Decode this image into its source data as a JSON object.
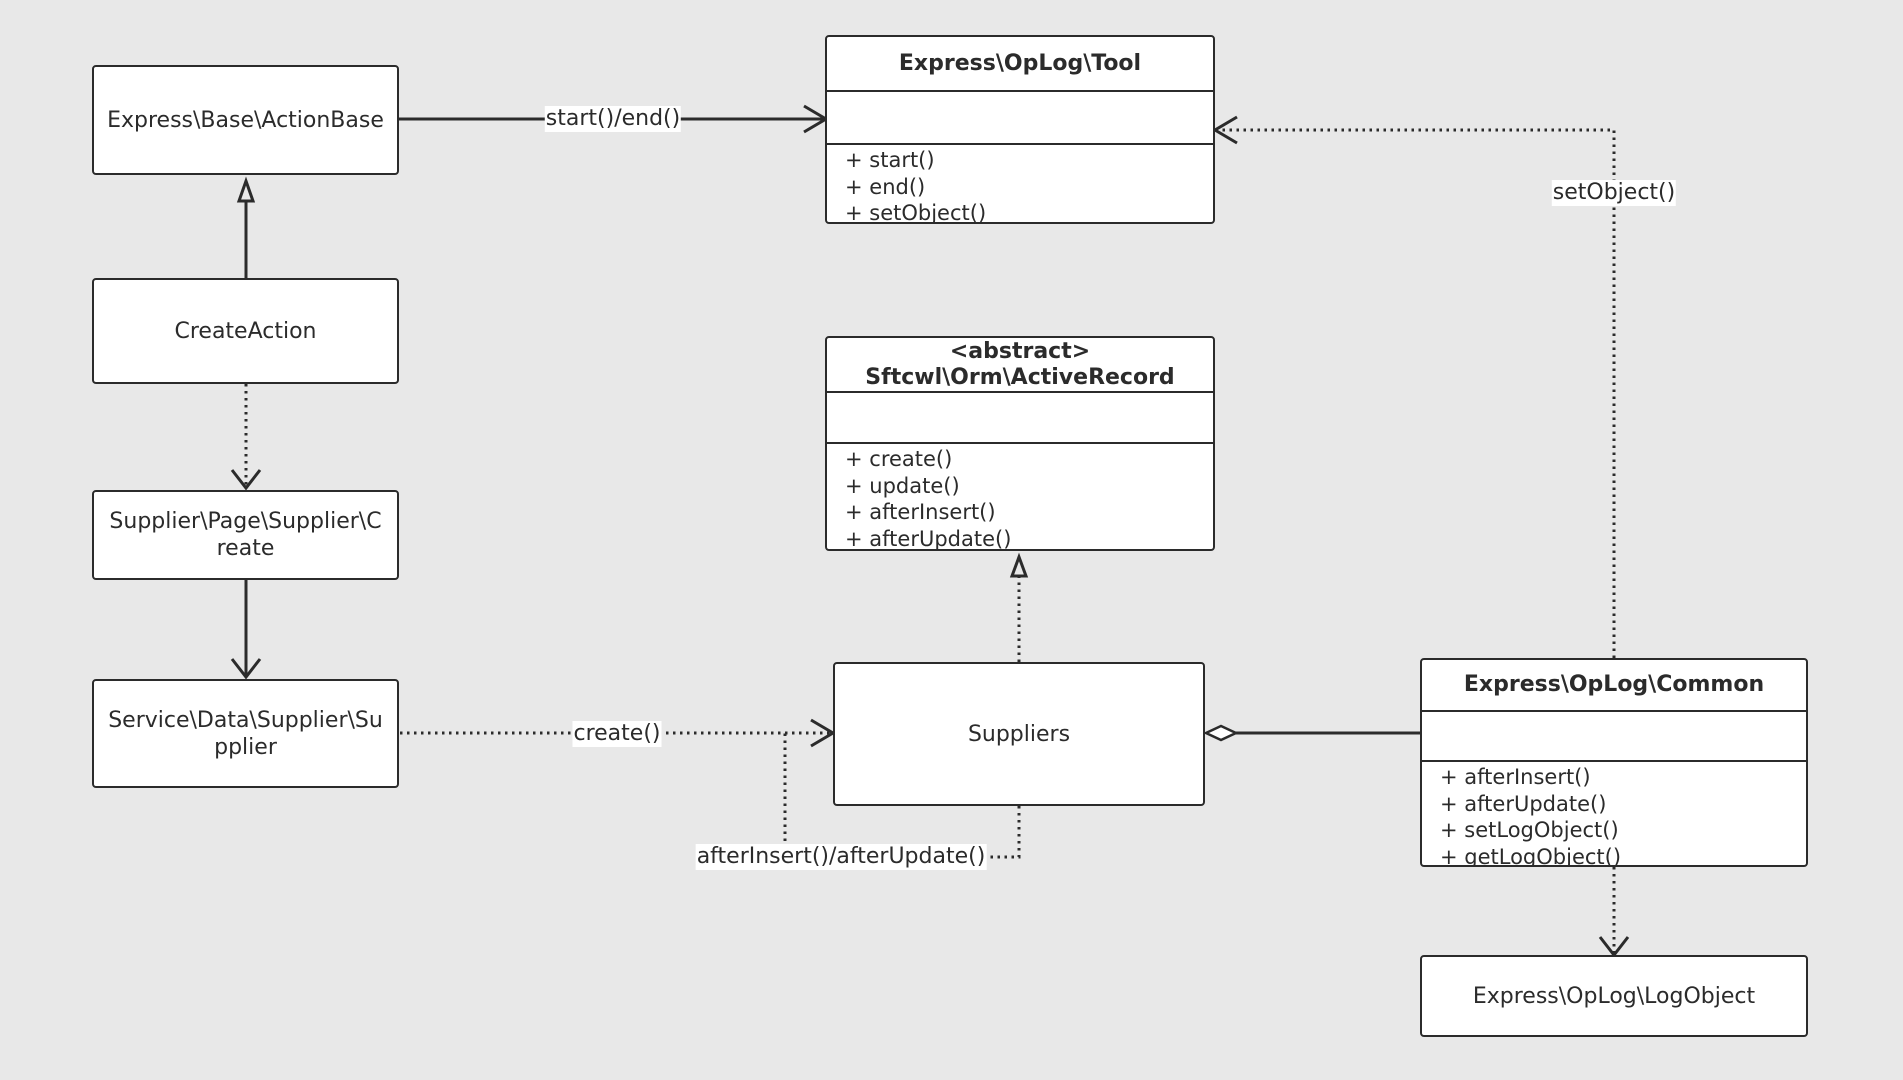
{
  "nodes": {
    "action_base": "Express\\Base\\ActionBase",
    "create_action": "CreateAction",
    "supplier_page_create": "Supplier\\Page\\Supplier\\Create",
    "service_supplier": "Service\\Data\\Supplier\\Supplier",
    "suppliers": "Suppliers",
    "log_object": "Express\\OpLog\\LogObject"
  },
  "classes": {
    "tool": {
      "title": "Express\\OpLog\\Tool",
      "ops": [
        "+ start()",
        "+ end()",
        "+ setObject()"
      ]
    },
    "active_record": {
      "stereotype": "<abstract>",
      "title": "Sftcwl\\Orm\\ActiveRecord",
      "ops": [
        "+ create()",
        "+ update()",
        "+ afterInsert()",
        "+ afterUpdate()"
      ]
    },
    "common": {
      "title": "Express\\OpLog\\Common",
      "ops": [
        "+ afterInsert()",
        "+ afterUpdate()",
        "+ setLogObject()",
        "+ getLogObject()"
      ]
    }
  },
  "edge_labels": {
    "start_end": "start()/end()",
    "set_object": "setObject()",
    "create": "create()",
    "after_insert_update": "afterInsert()/afterUpdate()"
  },
  "colors": {
    "background": "#e8e8e8",
    "box_fill": "#ffffff",
    "stroke": "#2b2b2b"
  }
}
